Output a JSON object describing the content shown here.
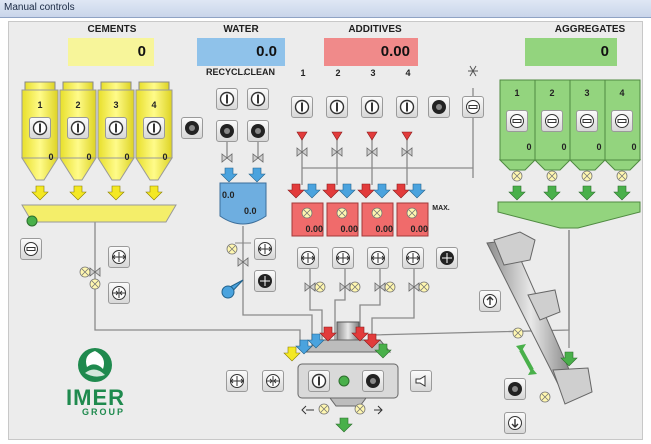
{
  "window": {
    "title": "Manual controls"
  },
  "sections": {
    "cements": {
      "title": "CEMENTS",
      "value": "0",
      "color": "#f7f59a"
    },
    "water": {
      "title": "WATER",
      "value": "0.0",
      "color": "#8fc2ea"
    },
    "additives": {
      "title": "ADDITIVES",
      "value": "0.00",
      "color": "#f08a8a"
    },
    "aggregates": {
      "title": "AGGREGATES",
      "value": "0",
      "color": "#93d47e"
    }
  },
  "water_labels": {
    "recycle": "RECYCL.",
    "clean": "CLEAN"
  },
  "water_tank": {
    "top_value": "0.0",
    "bottom_value": "0.0"
  },
  "silos": [
    {
      "number": "1",
      "value": "0"
    },
    {
      "number": "2",
      "value": "0"
    },
    {
      "number": "3",
      "value": "0"
    },
    {
      "number": "4",
      "value": "0"
    }
  ],
  "additive_columns": [
    {
      "number": "1",
      "value": "0.00"
    },
    {
      "number": "2",
      "value": "0.00"
    },
    {
      "number": "3",
      "value": "0.00"
    },
    {
      "number": "4",
      "value": "0.00"
    }
  ],
  "additive_max_label": "MAX.",
  "aggregate_bins": [
    {
      "number": "1",
      "value": "0"
    },
    {
      "number": "2",
      "value": "0"
    },
    {
      "number": "3",
      "value": "0"
    },
    {
      "number": "4",
      "value": "0"
    }
  ],
  "brand": {
    "name": "IMER",
    "group": "GROUP"
  },
  "colors": {
    "yellow": "#f7ee4a",
    "blue": "#4aa3de",
    "red": "#e23b3b",
    "green": "#49b04a",
    "pipe": "#8a8a8a"
  }
}
